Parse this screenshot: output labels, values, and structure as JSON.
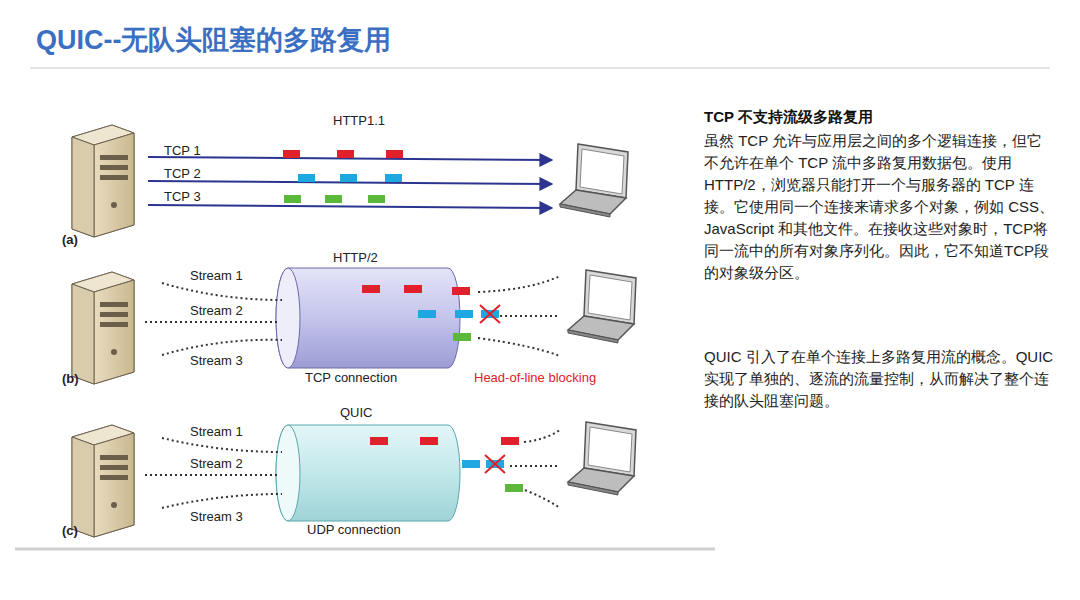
{
  "diagram": {
    "title": "QUIC--无队头阻塞的多路复用",
    "labels": [
      "HTTP1.1",
      "TCP 1",
      "TCP 2",
      "TCP 3",
      "(a)",
      "HTTP/2",
      "Stream 1",
      "Stream 2",
      "Stream 3",
      "TCP connection",
      "Head-of-line blocking",
      "(b)",
      "QUIC",
      "Stream 1",
      "Stream 2",
      "Stream 3",
      "UDP connection",
      "(c)",
      "TCP 不支持流级多路复用",
      "虽然 TCP 允许与应用层之间的多个逻辑连接，但它不允许在单个 TCP 流中多路复用数据包。使用 HTTP/2，浏览器只能打开一个与服务器的 TCP 连接。它使用同一个连接来请求多个对象，例如 CSS、JavaScript 和其他文件。在接收这些对象时，TCP将同一流中的所有对象序列化。因此，它不知道TCP段的对象级分区。",
      "QUIC 引入了在单个连接上多路复用流的概念。QUIC 实现了单独的、逐流的流量控制，从而解决了整个连接的队头阻塞问题。"
    ]
  }
}
